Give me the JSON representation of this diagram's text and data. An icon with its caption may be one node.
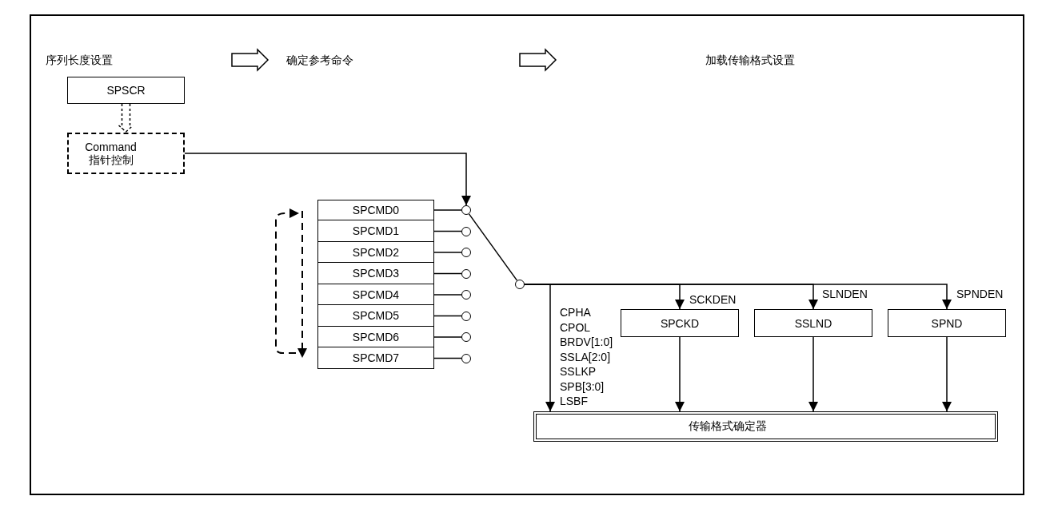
{
  "diagram": {
    "nodes": [
      {
        "text": [
          "SPSCR"
        ]
      },
      {
        "text": [
          "Command 指针控制"
        ]
      },
      {
        "text": [
          "SPCMD0"
        ]
      },
      {
        "text": [
          "SPCMD1"
        ]
      },
      {
        "text": [
          "SPCMD2"
        ]
      },
      {
        "text": [
          "SPCMD3"
        ]
      },
      {
        "text": [
          "SPCMD4"
        ]
      },
      {
        "text": [
          "SPCMD5"
        ]
      },
      {
        "text": [
          "SPCMD6"
        ]
      },
      {
        "text": [
          "SPCMD7"
        ]
      },
      {
        "text": [],
        "shape": "circle"
      },
      {
        "text": [],
        "shape": "circle"
      },
      {
        "text": [],
        "shape": "circle"
      },
      {
        "text": [],
        "shape": "circle"
      },
      {
        "text": [],
        "shape": "circle"
      },
      {
        "text": [],
        "shape": "circle"
      },
      {
        "text": [],
        "shape": "circle"
      },
      {
        "text": [],
        "shape": "circle"
      },
      {
        "text": [],
        "shape": "circle"
      },
      {
        "text": [
          "SPCKD"
        ]
      },
      {
        "text": [
          "SSLND"
        ]
      },
      {
        "text": [
          "SPND"
        ]
      },
      {
        "text": [
          "传输格式确定器"
        ]
      }
    ],
    "edges": [
      {
        "from": 0,
        "to": 1,
        "arrow": "to",
        "style": "dashed"
      },
      {
        "from": 1,
        "to": 10,
        "arrow": "to"
      },
      {
        "from": 2,
        "to": 10,
        "arrow": "none"
      },
      {
        "from": 3,
        "to": 11,
        "arrow": "none"
      },
      {
        "from": 4,
        "to": 12,
        "arrow": "none"
      },
      {
        "from": 5,
        "to": 13,
        "arrow": "none"
      },
      {
        "from": 6,
        "to": 14,
        "arrow": "none"
      },
      {
        "from": 7,
        "to": 15,
        "arrow": "none"
      },
      {
        "from": 8,
        "to": 16,
        "arrow": "none"
      },
      {
        "from": 9,
        "to": 17,
        "arrow": "none"
      },
      {
        "from": 10,
        "to": 18,
        "arrow": "none"
      },
      {
        "from": 18,
        "to": 22,
        "arrow": "to",
        "label": "CPHA CPOL BRDV[1:0] SSLA[2:0] SSLKP SPB[3:0] LSBF"
      },
      {
        "from": 18,
        "to": 19,
        "arrow": "to",
        "label": "SCKDEN"
      },
      {
        "from": 18,
        "to": 20,
        "arrow": "to",
        "label": "SLNDEN"
      },
      {
        "from": 18,
        "to": 21,
        "arrow": "to",
        "label": "SPNDEN"
      },
      {
        "from": 19,
        "to": 22,
        "arrow": "to"
      },
      {
        "from": 20,
        "to": 22,
        "arrow": "to"
      },
      {
        "from": 21,
        "to": 22,
        "arrow": "to"
      }
    ],
    "labels": [
      "序列长度设置",
      "确定参考命令",
      "加载传输格式设置"
    ]
  }
}
